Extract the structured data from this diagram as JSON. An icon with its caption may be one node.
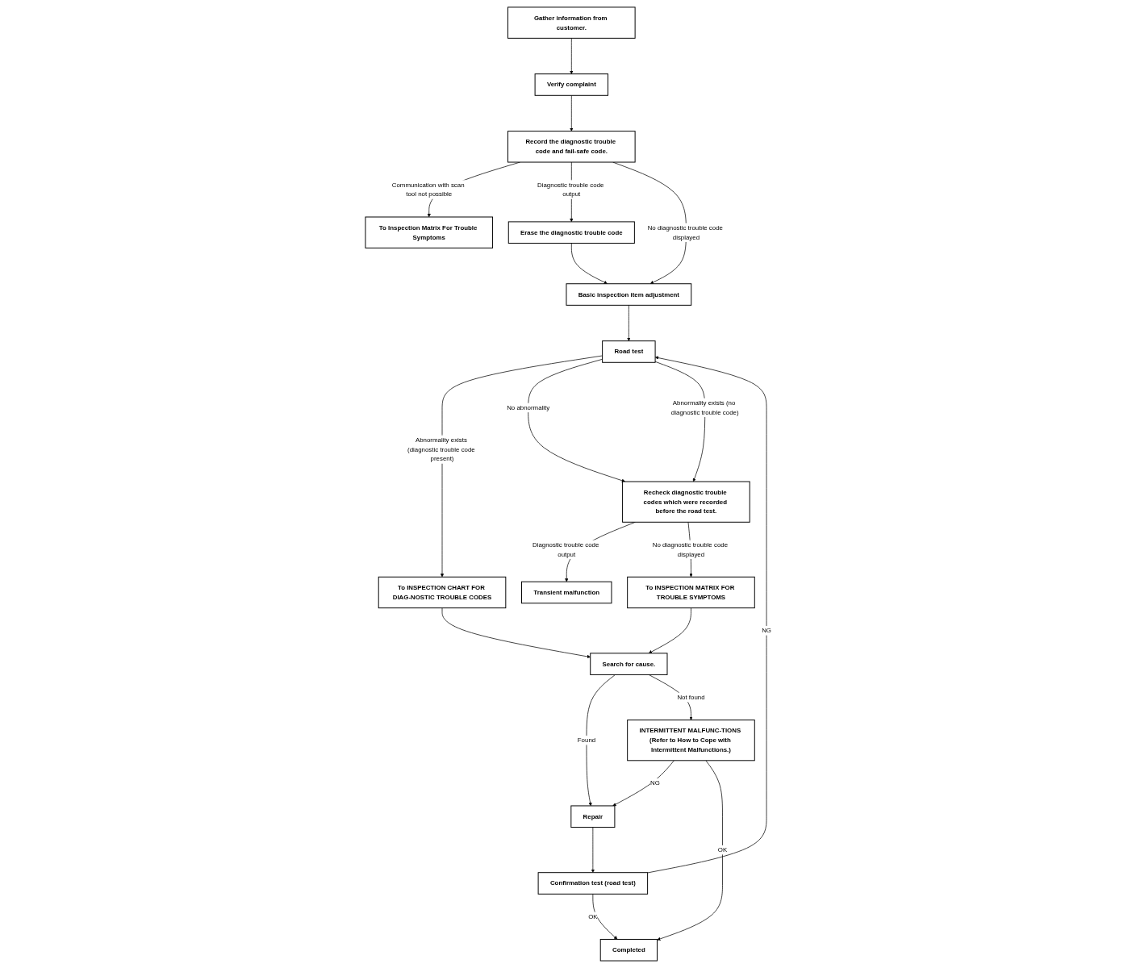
{
  "diagram": {
    "nodes": [
      {
        "text": [
          "Gather information from customer."
        ]
      },
      {
        "text": [
          "Verify complaint"
        ]
      },
      {
        "text": [
          "Record the diagnostic trouble code and fail-safe code."
        ]
      },
      {
        "text": [
          "To Inspection Matrix For Trouble Symptoms"
        ]
      },
      {
        "text": [
          "Erase the diagnostic trouble code"
        ]
      },
      {
        "text": [
          "Basic inspection item adjustment"
        ]
      },
      {
        "text": [
          "Road test"
        ]
      },
      {
        "text": [
          "Recheck diagnostic trouble codes which were recorded before the road test."
        ]
      },
      {
        "text": [
          "Transient malfunction"
        ]
      },
      {
        "text": [
          "To INSPECTION CHART FOR DIAG-NOSTIC TROUBLE CODES"
        ]
      },
      {
        "text": [
          "To INSPECTION MATRIX FOR TROUBLE SYMPTOMS"
        ]
      },
      {
        "text": [
          "Search for cause."
        ]
      },
      {
        "text": [
          "Repair"
        ]
      },
      {
        "text": [
          "INTERMITTENT MALFUNC-TIONS (Refer to How to Cope with Intermittent Malfunctions.)"
        ]
      },
      {
        "text": [
          "Confirmation test (road test)"
        ]
      },
      {
        "text": [
          "Completed"
        ]
      }
    ],
    "edges": [
      {
        "from": 0,
        "to": 1,
        "arrow": "to"
      },
      {
        "from": 1,
        "to": 2,
        "arrow": "to"
      },
      {
        "from": 2,
        "to": 3,
        "arrow": "to",
        "label": "Communication with scan tool not possible"
      },
      {
        "from": 2,
        "to": 4,
        "arrow": "to",
        "label": "Diagnostic trouble code output"
      },
      {
        "from": 2,
        "to": 5,
        "arrow": "to",
        "label": "No diagnostic trouble code displayed"
      },
      {
        "from": 4,
        "to": 5,
        "arrow": "to"
      },
      {
        "from": 5,
        "to": 6,
        "arrow": "to"
      },
      {
        "from": 6,
        "to": 9,
        "arrow": "to",
        "label": "Abnormality exists (diagnostic trouble code present)"
      },
      {
        "from": 6,
        "to": 7,
        "arrow": "to",
        "label": "No abnormality"
      },
      {
        "from": 6,
        "to": 7,
        "arrow": "to",
        "label": "Abnormality exists (no diagnostic trouble code)"
      },
      {
        "from": 7,
        "to": 8,
        "arrow": "to",
        "label": "Diagnostic trouble code output"
      },
      {
        "from": 7,
        "to": 10,
        "arrow": "to",
        "label": "No diagnostic trouble code displayed"
      },
      {
        "from": 9,
        "to": 11,
        "arrow": "to"
      },
      {
        "from": 10,
        "to": 11,
        "arrow": "to"
      },
      {
        "from": 11,
        "to": 12,
        "arrow": "to",
        "label": "Found"
      },
      {
        "from": 11,
        "to": 13,
        "arrow": "to",
        "label": "Not found"
      },
      {
        "from": 13,
        "to": 12,
        "arrow": "to",
        "label": "NG"
      },
      {
        "from": 13,
        "to": 15,
        "arrow": "to",
        "label": "OK"
      },
      {
        "from": 12,
        "to": 14,
        "arrow": "to"
      },
      {
        "from": 14,
        "to": 15,
        "arrow": "to",
        "label": "OK"
      },
      {
        "from": 14,
        "to": 6,
        "arrow": "to",
        "label": "NG"
      }
    ]
  }
}
